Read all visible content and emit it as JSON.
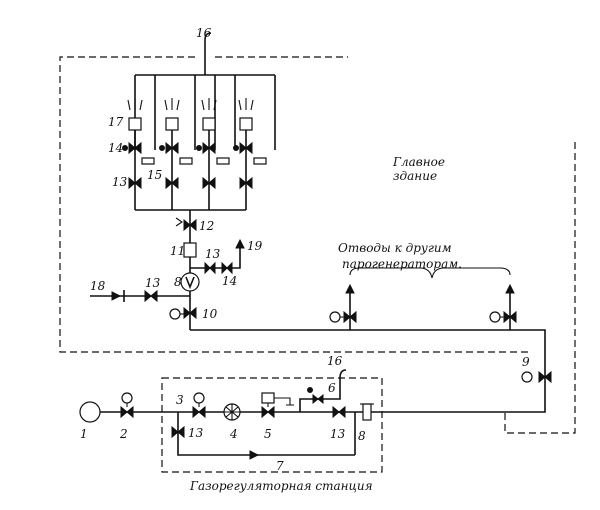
{
  "labels": {
    "main_building_line1": "Главное",
    "main_building_line2": "здание",
    "branches_line1": "Отводы к другим",
    "branches_line2": "парогенераторам.",
    "gas_station": "Газорегуляторная станция"
  },
  "numbers": [
    "1",
    "2",
    "3",
    "4",
    "5",
    "6",
    "7",
    "8",
    "9",
    "10",
    "11",
    "12",
    "13",
    "14",
    "15",
    "16",
    "17",
    "18",
    "19"
  ]
}
